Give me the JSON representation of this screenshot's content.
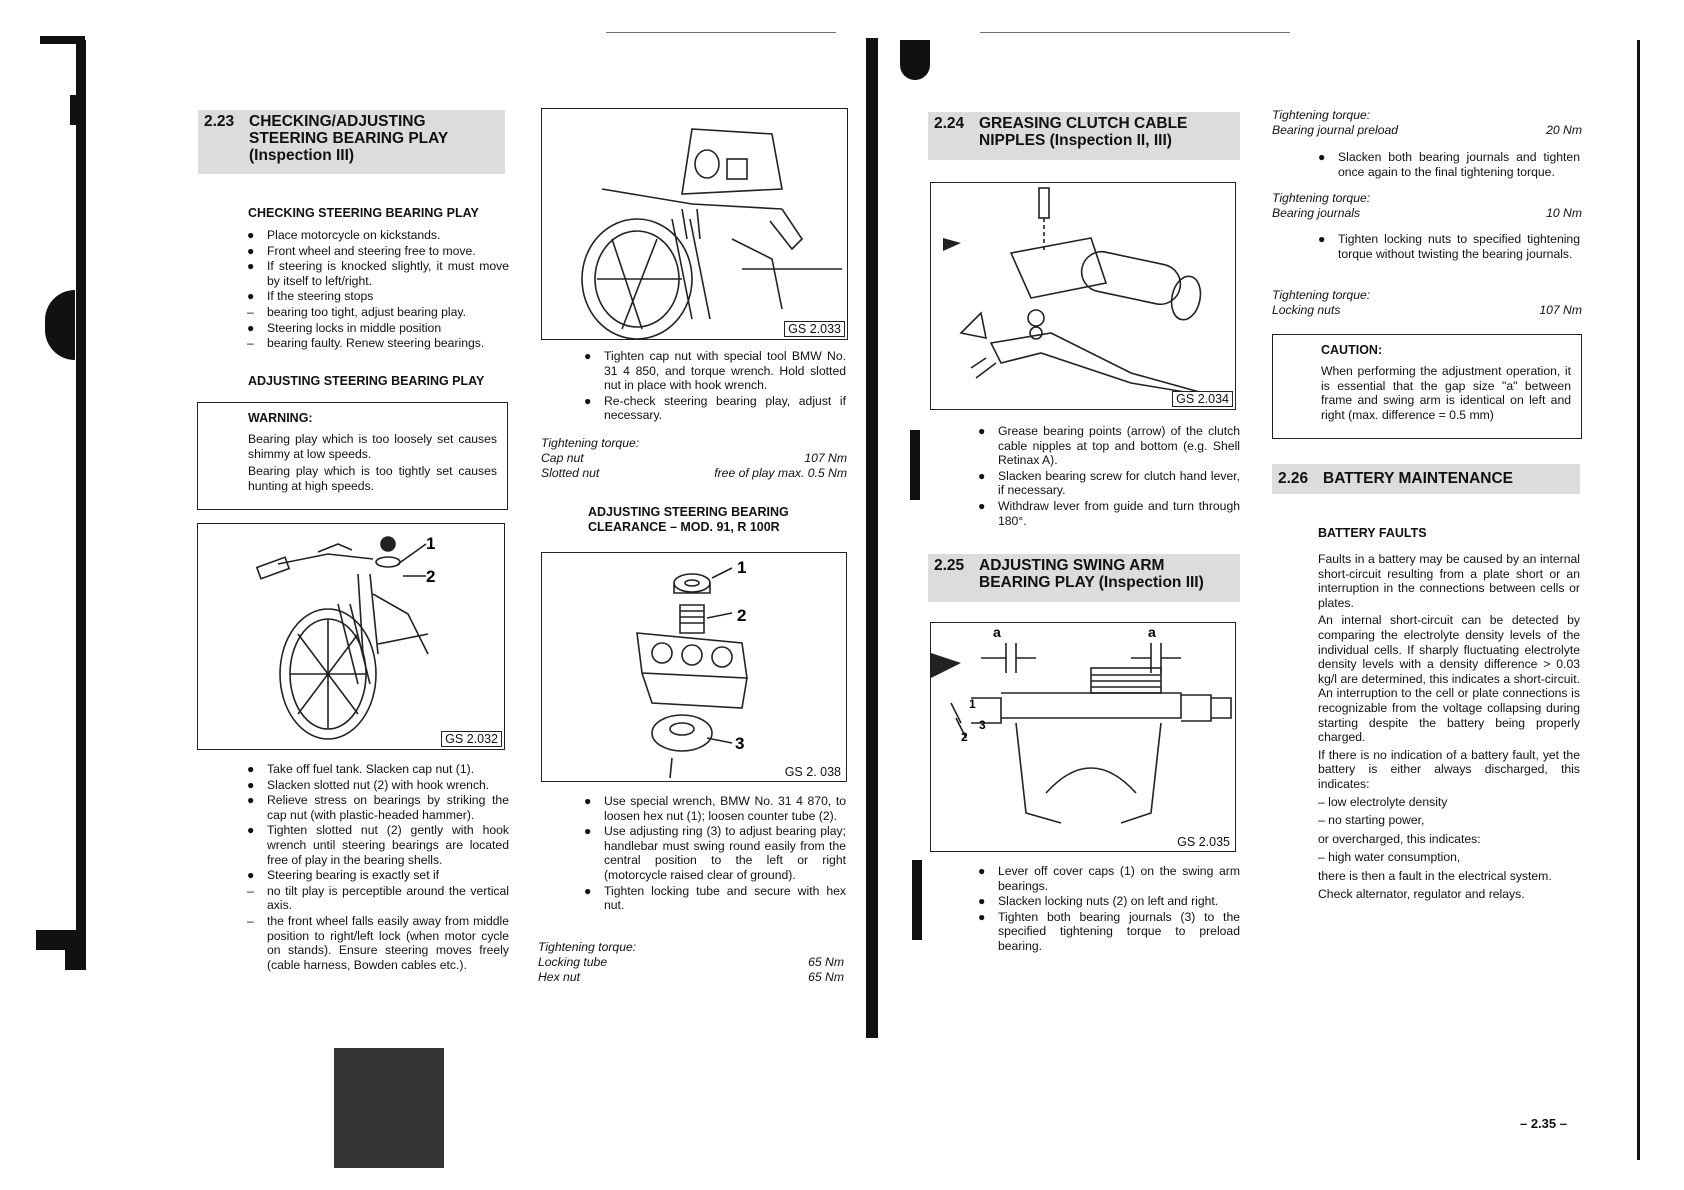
{
  "left_page": {
    "s223": {
      "num": "2.23",
      "title": "CHECKING/ADJUSTING STEERING BEARING PLAY (Inspection III)"
    },
    "checking": {
      "heading": "CHECKING STEERING BEARING PLAY",
      "items": [
        {
          "mark": "●",
          "text": "Place motorcycle on kickstands."
        },
        {
          "mark": "●",
          "text": "Front wheel and steering free to move."
        },
        {
          "mark": "●",
          "text": "If steering is knocked slightly, it must move by itself to left/right."
        },
        {
          "mark": "●",
          "text": "If the steering stops"
        },
        {
          "mark": "–",
          "text": "bearing too tight, adjust bearing play."
        },
        {
          "mark": "●",
          "text": "Steering locks in middle position"
        },
        {
          "mark": "–",
          "text": "bearing faulty. Renew steering bearings."
        }
      ]
    },
    "adjusting": {
      "heading": "ADJUSTING STEERING BEARING PLAY",
      "warning_title": "WARNING:",
      "warning_lines": [
        "Bearing play which is too loosely set causes shimmy at low speeds.",
        "Bearing play which is too tightly set causes hunting at high speeds."
      ]
    },
    "fig1": {
      "label": "GS 2.032",
      "callouts": [
        "1",
        "2"
      ]
    },
    "steps": [
      {
        "mark": "●",
        "text": "Take off fuel tank. Slacken cap nut (1)."
      },
      {
        "mark": "●",
        "text": "Slacken slotted nut (2) with hook wrench."
      },
      {
        "mark": "●",
        "text": "Relieve stress on bearings by striking the cap nut (with plastic-headed hammer)."
      },
      {
        "mark": "●",
        "text": "Tighten slotted nut (2) gently with hook wrench until steering bearings are located free of play in the bearing shells."
      },
      {
        "mark": "●",
        "text": "Steering bearing is exactly set if"
      },
      {
        "mark": "–",
        "text": "no tilt play is perceptible around the vertical axis."
      },
      {
        "mark": "–",
        "text": "the front wheel falls easily away from middle position to right/left lock (when motor cycle on stands). Ensure steering moves freely (cable harness, Bowden cables etc.)."
      }
    ],
    "fig2": {
      "label": "GS 2.033"
    },
    "fig2_steps": [
      {
        "mark": "●",
        "text": "Tighten cap nut with special tool BMW No. 31 4 850, and torque wrench. Hold slotted nut in place with hook wrench."
      },
      {
        "mark": "●",
        "text": "Re-check steering bearing play, adjust if necessary."
      }
    ],
    "torque1": {
      "title": "Tightening torque:",
      "rows": [
        {
          "name": "Cap nut",
          "value": "107 Nm"
        },
        {
          "name": "Slotted nut",
          "value": "free of play max. 0.5 Nm"
        }
      ]
    },
    "clearance": {
      "heading": "ADJUSTING STEERING BEARING CLEARANCE – MOD. 91, R 100R"
    },
    "fig3": {
      "label": "GS 2. 038",
      "callouts": [
        "1",
        "2",
        "3"
      ]
    },
    "fig3_steps": [
      {
        "mark": "●",
        "text": "Use special wrench, BMW No. 31 4 870, to loosen hex nut (1); loosen counter tube (2)."
      },
      {
        "mark": "●",
        "text": "Use adjusting ring (3) to adjust bearing play; handlebar must swing round easily from the central position to the left or right (motorcycle raised clear of ground)."
      },
      {
        "mark": "●",
        "text": "Tighten locking tube and secure with hex nut."
      }
    ],
    "torque2": {
      "title": "Tightening torque:",
      "rows": [
        {
          "name": "Locking tube",
          "value": "65 Nm"
        },
        {
          "name": "Hex nut",
          "value": "65 Nm"
        }
      ]
    }
  },
  "right_page": {
    "s224": {
      "num": "2.24",
      "title": "GREASING CLUTCH CABLE NIPPLES (Inspection II, III)"
    },
    "fig4": {
      "label": "GS 2.034"
    },
    "fig4_steps": [
      {
        "mark": "●",
        "text": "Grease bearing points (arrow) of the clutch cable nipples at top and bottom (e.g. Shell Retinax A)."
      },
      {
        "mark": "●",
        "text": "Slacken bearing screw for clutch hand lever, if necessary."
      },
      {
        "mark": "●",
        "text": "Withdraw lever from guide and turn through 180°."
      }
    ],
    "s225": {
      "num": "2.25",
      "title": "ADJUSTING SWING ARM BEARING PLAY (Inspection III)"
    },
    "fig5": {
      "label": "GS 2.035",
      "callouts": [
        "a",
        "a",
        "1",
        "2",
        "3"
      ]
    },
    "fig5_steps": [
      {
        "mark": "●",
        "text": "Lever off cover caps (1) on the swing arm bearings."
      },
      {
        "mark": "●",
        "text": "Slacken locking nuts (2) on left and right."
      },
      {
        "mark": "●",
        "text": "Tighten both bearing journals (3) to the specified tightening torque to preload bearing."
      }
    ],
    "torque3": {
      "title": "Tightening torque:",
      "rows": [
        {
          "name": "Bearing journal preload",
          "value": "20 Nm"
        }
      ]
    },
    "step3a": {
      "mark": "●",
      "text": "Slacken both bearing journals and tighten once again to the final tightening torque."
    },
    "torque4": {
      "title": "Tightening torque:",
      "rows": [
        {
          "name": "Bearing journals",
          "value": "10 Nm"
        }
      ]
    },
    "step4a": {
      "mark": "●",
      "text": "Tighten locking nuts to specified tightening torque without twisting the bearing journals."
    },
    "torque5": {
      "title": "Tightening torque:",
      "rows": [
        {
          "name": "Locking nuts",
          "value": "107 Nm"
        }
      ]
    },
    "caution": {
      "title": "CAUTION:",
      "text": "When performing the adjustment operation, it is essential that the gap size \"a\" between frame and swing arm is identical on left and right (max. difference = 0.5 mm)"
    },
    "s226": {
      "num": "2.26",
      "title": "BATTERY MAINTENANCE"
    },
    "battery": {
      "heading": "BATTERY FAULTS",
      "p1": "Faults in a battery may be caused by an internal short-circuit resulting from a plate short or an interruption in the connections between cells or plates.",
      "p2": "An internal short-circuit can be detected by comparing the electrolyte density levels of the individual cells. If sharply fluctuating electrolyte density levels with a density difference > 0.03 kg/l are determined, this indicates a short-circuit. An interruption to the cell or plate connections is recognizable from the voltage collapsing during starting despite the battery being properly charged.",
      "p3": "If there is no indication of a battery fault, yet the battery is either always discharged, this indicates:",
      "l1": "– low electrolyte density",
      "l2": "– no starting power,",
      "l3": "or overcharged, this indicates:",
      "l4": "– high water consumption,",
      "l5": "there is then a fault in the electrical system.",
      "l6": "Check alternator, regulator and relays."
    },
    "page_number": "– 2.35 –"
  }
}
